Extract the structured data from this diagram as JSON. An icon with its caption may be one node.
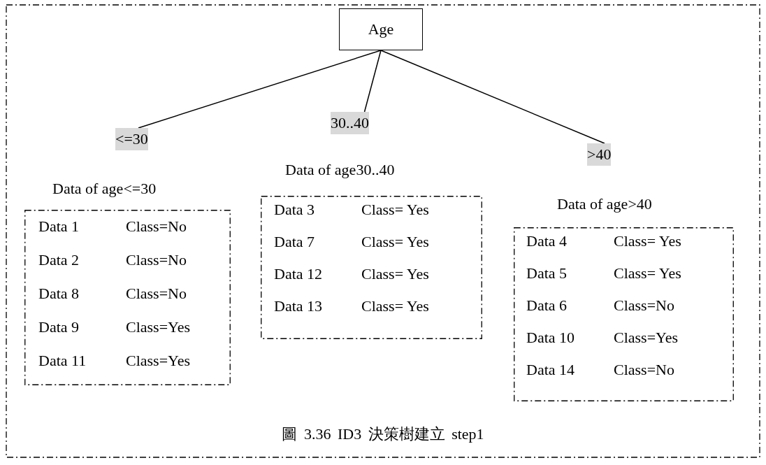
{
  "diagram": {
    "caption": "圖 3.36 ID3 決策樹建立 step1",
    "nodes": [
      {
        "text": [
          "Age"
        ]
      },
      {
        "text": [
          "<=30"
        ]
      },
      {
        "text": [
          "30..40"
        ]
      },
      {
        "text": [
          ">40"
        ]
      },
      {
        "text": [
          "Data of age<=30",
          "Data 1",
          "Class=No",
          "Data 2",
          "Class=No",
          "Data 8",
          "Class=No",
          "Data 9",
          "Class=Yes",
          "Data 11",
          "Class=Yes"
        ]
      },
      {
        "text": [
          "Data of age30..40",
          "Data 3",
          "Class= Yes",
          "Data 7",
          "Class= Yes",
          "Data 12",
          "Class= Yes",
          "Data 13",
          "Class= Yes"
        ]
      },
      {
        "text": [
          "Data of age>40",
          "Data 4",
          "Class= Yes",
          "Data 5",
          "Class= Yes",
          "Data 6",
          "Class=No",
          "Data 10",
          "Class=Yes",
          "Data 14",
          "Class=No"
        ]
      }
    ],
    "edges": [
      {
        "from": 0,
        "to": 1,
        "arrow": "none"
      },
      {
        "from": 0,
        "to": 2,
        "arrow": "none"
      },
      {
        "from": 0,
        "to": 3,
        "arrow": "none"
      }
    ]
  }
}
